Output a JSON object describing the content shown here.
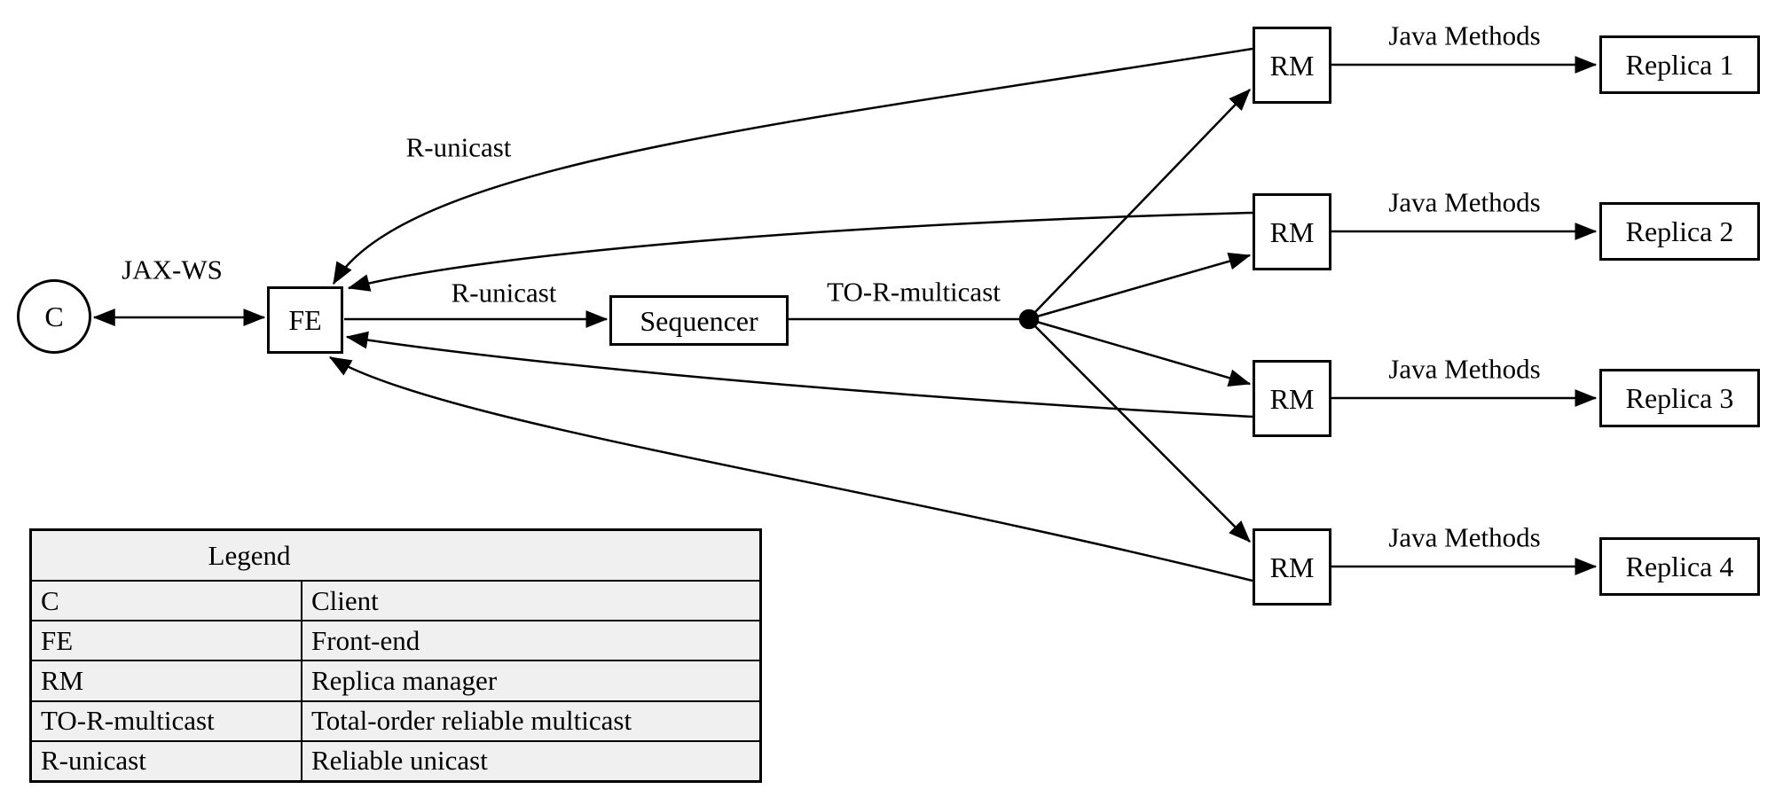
{
  "diagram": {
    "nodes": {
      "client": "C",
      "front_end": "FE",
      "sequencer": "Sequencer"
    },
    "edge_labels": {
      "client_fe": "JAX-WS",
      "fe_sequencer": "R-unicast",
      "rm_fe_return": "R-unicast",
      "sequencer_multicast": "TO-R-multicast"
    },
    "rm_rows": [
      {
        "rm": "RM",
        "edge": "Java Methods",
        "replica": "Replica 1"
      },
      {
        "rm": "RM",
        "edge": "Java Methods",
        "replica": "Replica 2"
      },
      {
        "rm": "RM",
        "edge": "Java Methods",
        "replica": "Replica 3"
      },
      {
        "rm": "RM",
        "edge": "Java Methods",
        "replica": "Replica 4"
      }
    ]
  },
  "legend": {
    "title": "Legend",
    "rows": [
      {
        "term": "C",
        "definition": "Client"
      },
      {
        "term": "FE",
        "definition": "Front-end"
      },
      {
        "term": "RM",
        "definition": "Replica manager"
      },
      {
        "term": "TO-R-multicast",
        "definition": "Total-order reliable multicast"
      },
      {
        "term": "R-unicast",
        "definition": "Reliable unicast"
      }
    ]
  },
  "colors": {
    "background": "#ffffff",
    "stroke": "#000000",
    "legend_background": "#f0f0f0"
  }
}
